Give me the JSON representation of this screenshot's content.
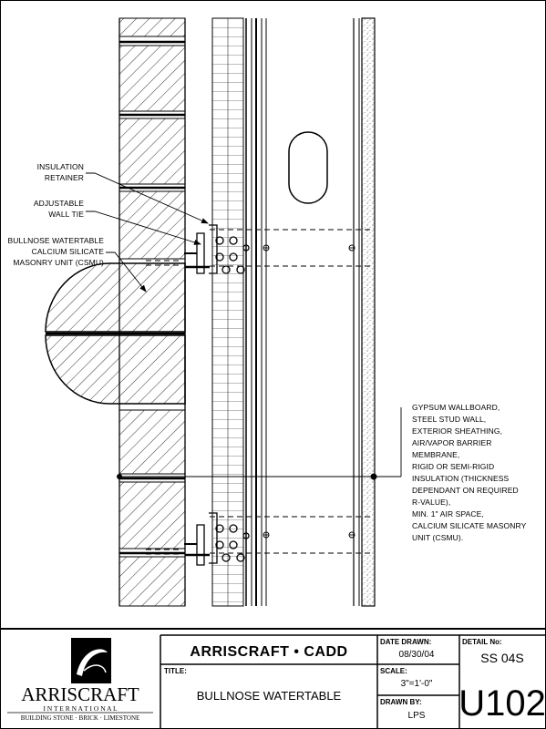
{
  "callouts": {
    "insulation_retainer": [
      "INSULATION",
      "RETAINER"
    ],
    "wall_tie": [
      "ADJUSTABLE",
      "WALL TIE"
    ],
    "bullnose": [
      "BULLNOSE WATERTABLE",
      "CALCIUM SILICATE",
      "MASONRY UNIT (CSMU)"
    ],
    "wall_assembly": [
      "GYPSUM WALLBOARD,",
      "STEEL STUD WALL,",
      "EXTERIOR SHEATHING,",
      "AIR/VAPOR BARRIER",
      "MEMBRANE,",
      "RIGID OR SEMI-RIGID",
      "INSULATION (THICKNESS",
      "DEPENDANT ON REQUIRED",
      "R-VALUE),",
      "MIN. 1\" AIR SPACE,",
      "CALCIUM SILICATE MASONRY",
      "UNIT (CSMU)."
    ]
  },
  "title_block": {
    "logo": {
      "name": "ARRISCRAFT",
      "sub": "I N T E R N A T I O N A L",
      "tagline": "BUILDING STONE · BRICK · LIMESTONE"
    },
    "company": "ARRISCRAFT • CADD",
    "title_label": "TITLE:",
    "title": "BULLNOSE WATERTABLE",
    "date_label": "DATE DRAWN:",
    "date": "08/30/04",
    "scale_label": "SCALE:",
    "scale": "3\"=1'-0\"",
    "drawn_label": "DRAWN BY:",
    "drawn": "LPS",
    "detail_label": "DETAIL No:",
    "detail_code": "SS 04S",
    "detail_number": "U102"
  }
}
